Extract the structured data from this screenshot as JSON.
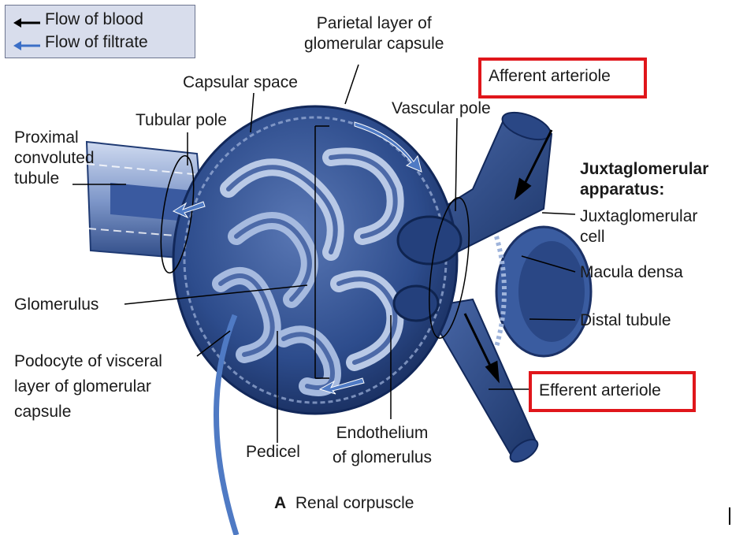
{
  "legend": {
    "blood": "Flow of blood",
    "filtrate": "Flow of filtrate",
    "blood_color": "#000000",
    "filtrate_color": "#3b6fc7"
  },
  "labels": {
    "parietal": [
      "Parietal layer of",
      "glomerular capsule"
    ],
    "capsular_space": "Capsular space",
    "tubular_pole": "Tubular pole",
    "vascular_pole": "Vascular pole",
    "proximal": [
      "Proximal",
      "convoluted",
      "tubule"
    ],
    "afferent": "Afferent arteriole",
    "juxta_heading": [
      "Juxtaglomerular",
      "apparatus:"
    ],
    "juxta_cell": [
      "Juxtaglomerular",
      "cell"
    ],
    "macula": "Macula densa",
    "distal": "Distal tubule",
    "efferent": "Efferent arteriole",
    "glomerulus": "Glomerulus",
    "podocyte": [
      "Podocyte of visceral",
      "layer of glomerular",
      "capsule"
    ],
    "pedicel": "Pedicel",
    "endothelium": [
      "Endothelium",
      "of glomerulus"
    ]
  },
  "caption": {
    "letter": "A",
    "text": "Renal corpuscle"
  },
  "colors": {
    "highlight_box": "#e0161b",
    "tissue_dark": "#1f3a73",
    "tissue_mid": "#3f5f9f",
    "tissue_light": "#a9bddf"
  }
}
